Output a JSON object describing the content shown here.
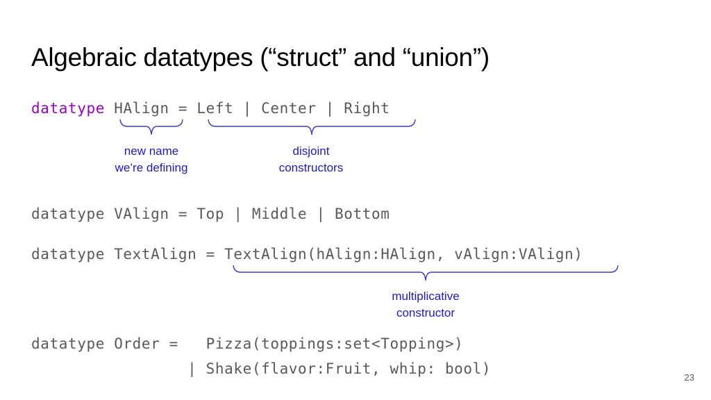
{
  "slide": {
    "title": "Algebraic datatypes (“struct” and “union”)",
    "page_number": "23",
    "accent_colors": {
      "keyword": "#9900cc",
      "annotation": "#1a1acc",
      "code": "#595959"
    }
  },
  "code": {
    "halign": {
      "keyword": "datatype",
      "rest": " HAlign = Left | Center | Right"
    },
    "valign": "datatype VAlign = Top | Middle | Bottom",
    "textalign": "datatype TextAlign = TextAlign(hAlign:HAlign, vAlign:VAlign)",
    "order_line1": "datatype Order =   Pizza(toppings:set<Topping>)",
    "order_line2": "                 | Shake(flavor:Fruit, whip: bool)"
  },
  "annotations": {
    "new_name": {
      "line1": "new name",
      "line2": "we’re defining"
    },
    "disjoint": {
      "line1": "disjoint",
      "line2": "constructors"
    },
    "multiplicative": {
      "line1": "multiplicative",
      "line2": "constructor"
    }
  }
}
